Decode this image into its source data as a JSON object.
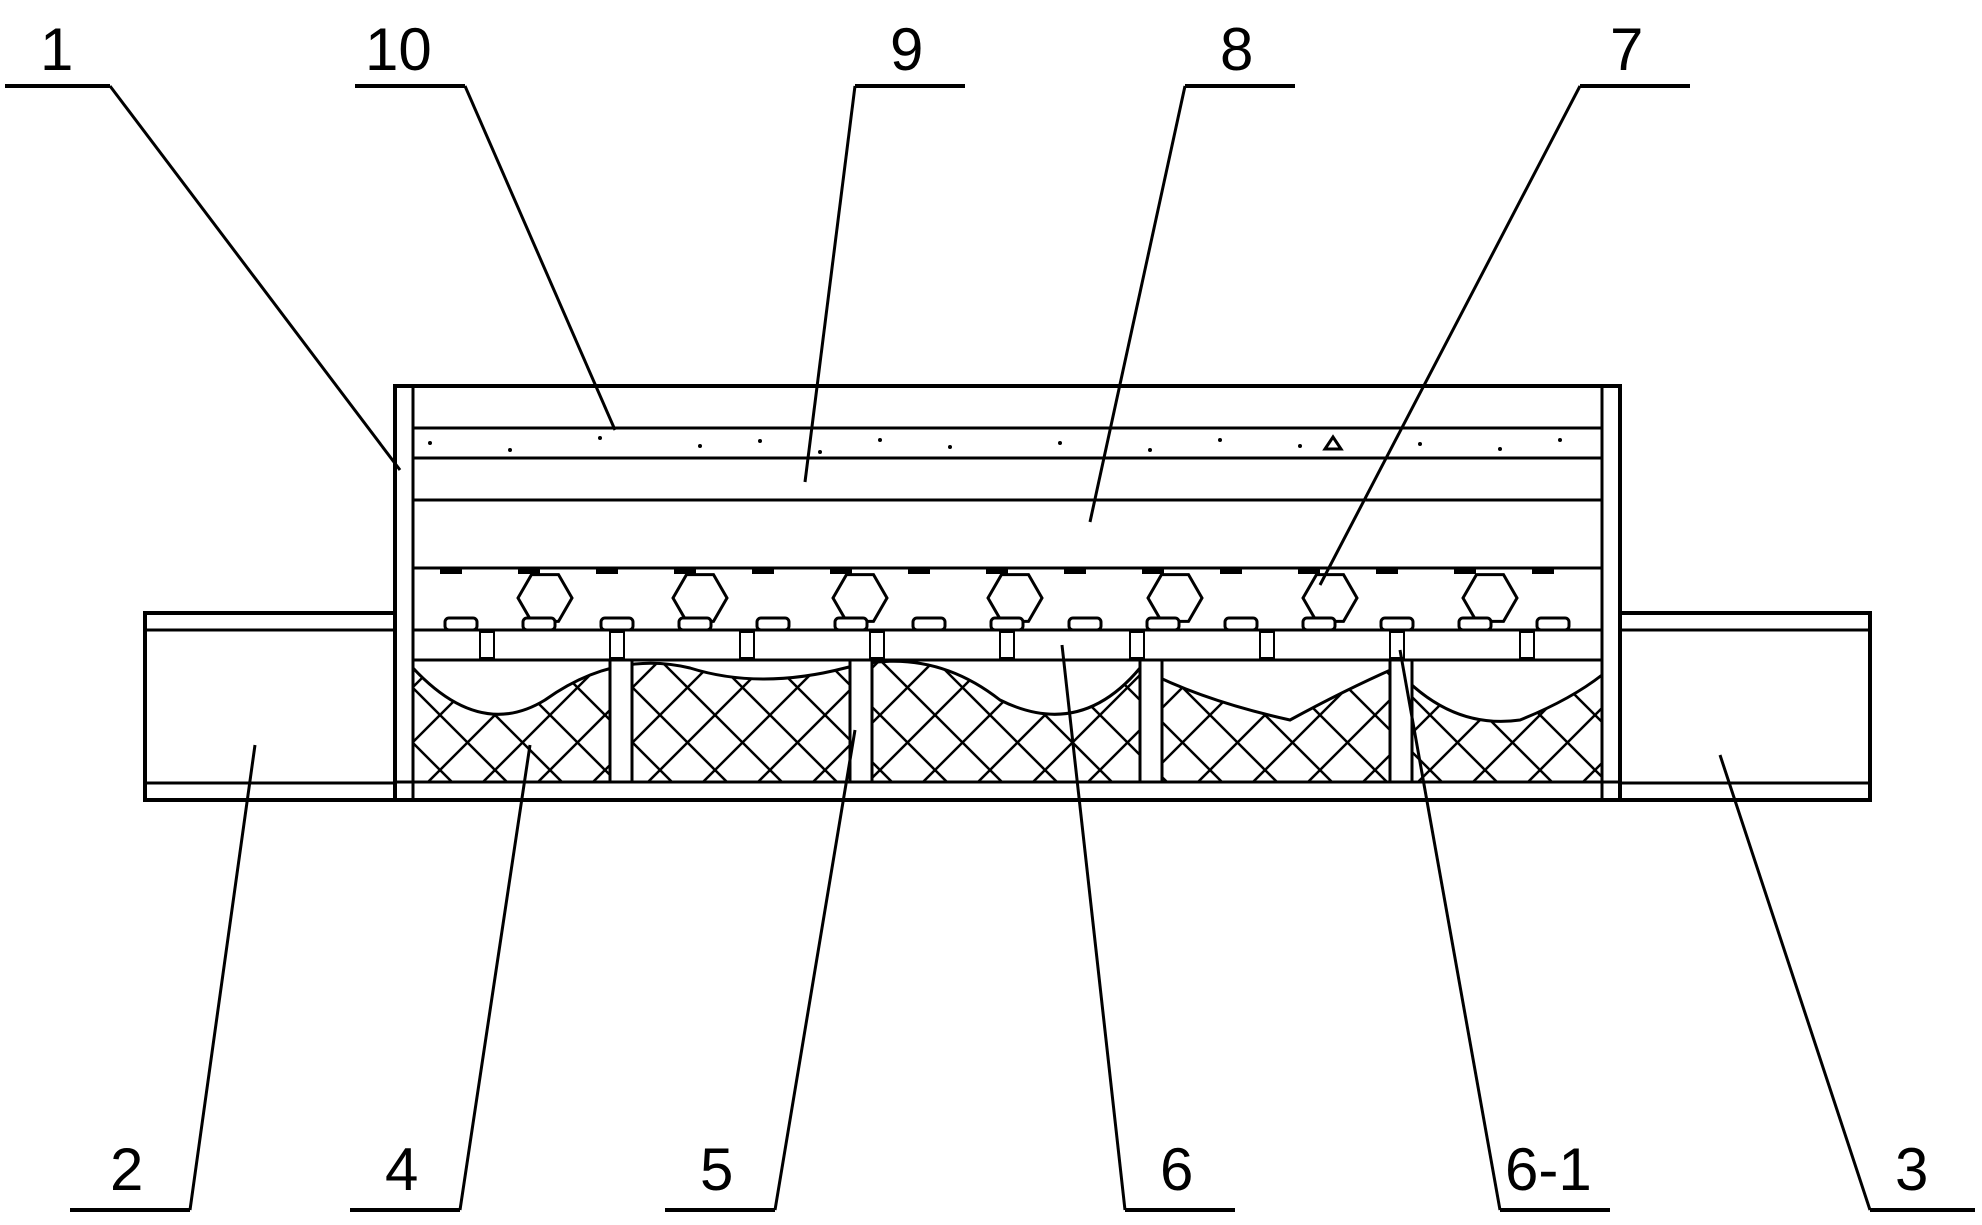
{
  "labels": {
    "l1": "1",
    "l2": "2",
    "l3": "3",
    "l4": "4",
    "l5": "5",
    "l6": "6",
    "l6_1": "6-1",
    "l7": "7",
    "l8": "8",
    "l9": "9",
    "l10": "10"
  },
  "colors": {
    "stroke": "#000000",
    "background": "#ffffff"
  }
}
